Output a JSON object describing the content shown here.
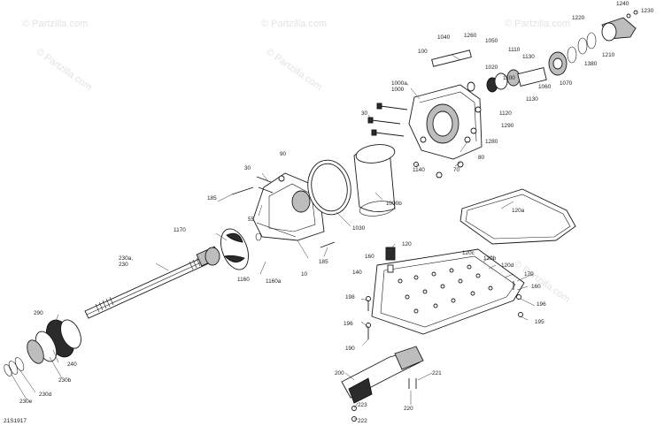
{
  "watermark": "© Partzilla.com",
  "diagram_code": "21S1917",
  "callouts": {
    "c10": "10",
    "c30a": "30",
    "c30b": "30",
    "c55": "55",
    "c70": "70",
    "c80": "80",
    "c90": "90",
    "c100": "100",
    "c120": "120",
    "c120a": "120a",
    "c120b": "120b",
    "c120c": "120c",
    "c120d": "120d",
    "c140": "140",
    "c160a": "160",
    "c160b": "160",
    "c170": "170",
    "c185a": "185",
    "c185b": "185",
    "c190": "190",
    "c195": "195",
    "c196a": "196",
    "c196b": "196",
    "c198": "198",
    "c200": "200",
    "c220": "220",
    "c221": "221",
    "c222": "222",
    "c223": "223",
    "c230a": "230a,",
    "c230": "230",
    "c230b": "230b",
    "c230d": "230d",
    "c230e": "230e",
    "c240": "240",
    "c290": "290",
    "c1000a": "1000a,",
    "c1000": "1000",
    "c1000b": "1000b",
    "c1020": "1020",
    "c1030": "1030",
    "c1040": "1040",
    "c1050": "1050",
    "c1060": "1060",
    "c1070": "1070",
    "c1100": "1100",
    "c1110": "1110",
    "c1120": "1120",
    "c1130a": "1130",
    "c1130b": "1130",
    "c1140": "1140",
    "c1160": "1160",
    "c1160a": "1160a",
    "c1170": "1170",
    "c1210": "1210",
    "c1220": "1220",
    "c1230": "1230",
    "c1240": "1240",
    "c1260": "1260",
    "c1280": "1280",
    "c1290": "1290",
    "c1380": "1380"
  }
}
